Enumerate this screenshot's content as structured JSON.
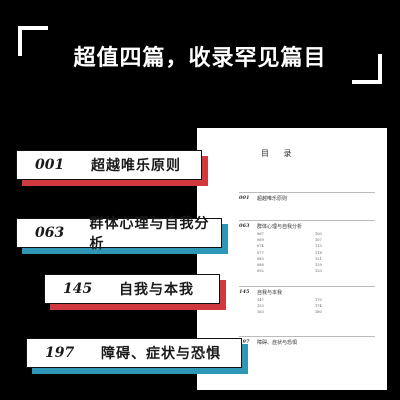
{
  "headline": "超值四篇，收录罕见篇目",
  "toc": {
    "title": "目 录",
    "sections": [
      {
        "num": "001",
        "title": "超越唯乐原则",
        "items": []
      },
      {
        "num": "063",
        "title": "群体心理与自我分析",
        "items": [
          "067",
          "069",
          "074",
          "077",
          "083",
          "088",
          "092",
          "100",
          "107",
          "113",
          "118",
          "121",
          "129",
          "133"
        ]
      },
      {
        "num": "145",
        "title": "自我与本我",
        "items": [
          "147",
          "153",
          "163",
          "170",
          "174",
          "180"
        ]
      },
      {
        "num": "197",
        "title": "障碍、症状与恐惧",
        "items": []
      }
    ]
  },
  "cards": [
    {
      "num": "001",
      "label": "超越唯乐原则",
      "accent": "#d03a3f"
    },
    {
      "num": "063",
      "label": "群体心理与自我分析",
      "accent": "#2f97b5"
    },
    {
      "num": "145",
      "label": "自我与本我",
      "accent": "#d03a3f"
    },
    {
      "num": "197",
      "label": "障碍、症状与恐惧",
      "accent": "#2f97b5"
    }
  ],
  "colors": {
    "background": "#000000",
    "red": "#d03a3f",
    "blue": "#2f97b5"
  }
}
